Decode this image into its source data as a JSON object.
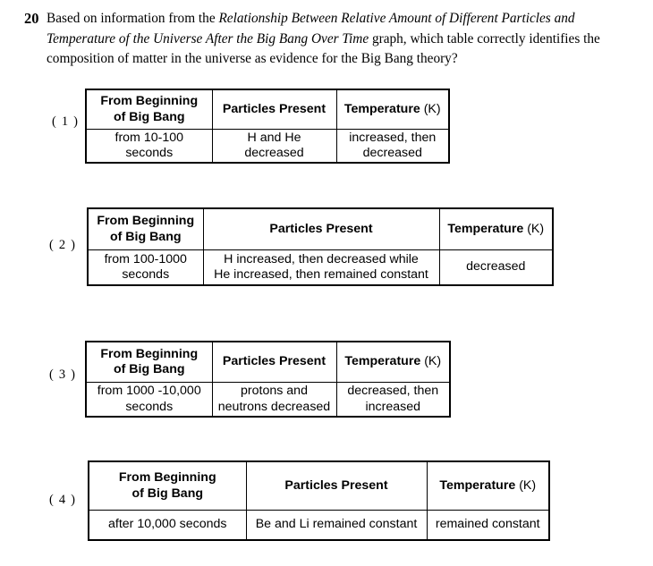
{
  "question": {
    "number": "20",
    "text_part_1": "Based on information from the ",
    "graph_title": "Relationship Between Relative Amount of Different Particles and Temperature of the Universe After the Big Bang Over Time",
    "text_part_2": " graph, which table correctly identifies the composition of matter in the universe as evidence for the Big Bang theory?"
  },
  "common": {
    "header_time": "From Beginning\nof Big Bang",
    "header_time_line1": "From Beginning",
    "header_time_line2": "of Big Bang",
    "header_particles": "Particles Present",
    "header_temperature": "Temperature",
    "header_temperature_unit": "(K)"
  },
  "options": [
    {
      "label": "( 1 )",
      "time_line1": "from 10-100",
      "time_line2": "seconds",
      "particles_line1": "H and He",
      "particles_line2": "decreased",
      "temperature_line1": "increased, then",
      "temperature_line2": "decreased"
    },
    {
      "label": "( 2 )",
      "time_line1": "from 100-1000",
      "time_line2": "seconds",
      "particles_line1": "H increased, then decreased while",
      "particles_line2": "He increased, then remained constant",
      "temperature_line1": "decreased",
      "temperature_line2": ""
    },
    {
      "label": "( 3 )",
      "time_line1": "from 1000 -10,000",
      "time_line2": "seconds",
      "particles_line1": "protons and",
      "particles_line2": "neutrons decreased",
      "temperature_line1": "decreased, then",
      "temperature_line2": "increased"
    },
    {
      "label": "( 4 )",
      "time_line1": "after 10,000 seconds",
      "time_line2": "",
      "particles_line1": "Be and Li remained constant",
      "particles_line2": "",
      "temperature_line1": "remained constant",
      "temperature_line2": ""
    }
  ],
  "colors": {
    "page_background": "#ffffff",
    "text": "#000000",
    "table_border": "#000000"
  }
}
